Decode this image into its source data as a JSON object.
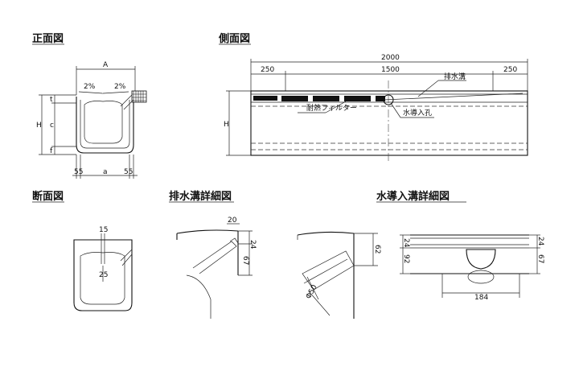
{
  "titles": {
    "front_view": "正面図",
    "side_view": "側面図",
    "section_view": "断面図",
    "drain_detail": "排水溝詳細図",
    "inlet_detail": "水導入溝詳細図"
  },
  "front": {
    "dim_A": "A",
    "slope_left": "2%",
    "slope_right": "2%",
    "dim_H": "H",
    "dim_t": "t",
    "dim_c": "c",
    "dim_f": "f",
    "dim_left": "55",
    "dim_a": "a",
    "dim_right": "55"
  },
  "side": {
    "total": "2000",
    "left": "250",
    "mid": "1500",
    "right": "250",
    "dim_H": "H",
    "label_drain": "排水溝",
    "label_filter": "耐熱フィルター",
    "label_hole": "水導入孔"
  },
  "section": {
    "dim_top": "15",
    "dim_bottom": "25"
  },
  "drain": {
    "dim_20": "20",
    "dim_24": "24",
    "dim_67": "67"
  },
  "inlet_left": {
    "dim_62": "62",
    "dim_phi": "Φ50"
  },
  "inlet_right": {
    "dim_24a": "24",
    "dim_24b": "24",
    "dim_92": "92",
    "dim_67": "67",
    "dim_184": "184"
  }
}
